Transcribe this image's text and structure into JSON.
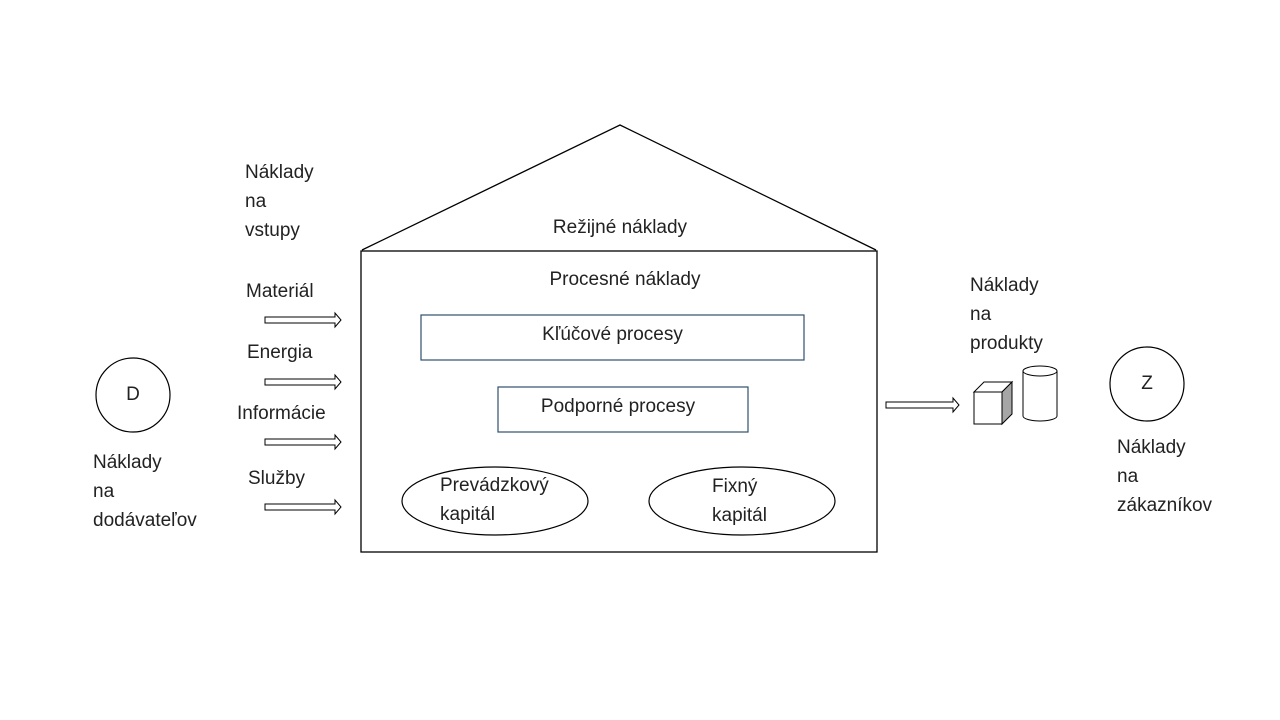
{
  "supplier": {
    "circle_letter": "D",
    "cost_label": [
      "Náklady",
      "na",
      "dodávateľov"
    ]
  },
  "inputs": {
    "heading": [
      "Náklady",
      "na",
      "vstupy"
    ],
    "items": [
      "Materiál",
      "Energia",
      "Informácie",
      "Služby"
    ]
  },
  "house": {
    "roof_label": "Režijné náklady",
    "body_label": "Procesné náklady",
    "key_processes": "Kľúčové procesy",
    "support_processes": "Podporné procesy",
    "operating_capital": [
      "Prevádzkový",
      "kapitál"
    ],
    "fixed_capital": [
      "Fixný",
      "kapitál"
    ]
  },
  "products": {
    "heading": [
      "Náklady",
      "na",
      "produkty"
    ]
  },
  "customer": {
    "circle_letter": "Z",
    "cost_label": [
      "Náklady",
      "na",
      "zákazníkov"
    ]
  },
  "colors": {
    "line": "#000000",
    "box_border": "#2F4F6F",
    "text": "#222222",
    "cube_side": "#A6A6A6"
  }
}
